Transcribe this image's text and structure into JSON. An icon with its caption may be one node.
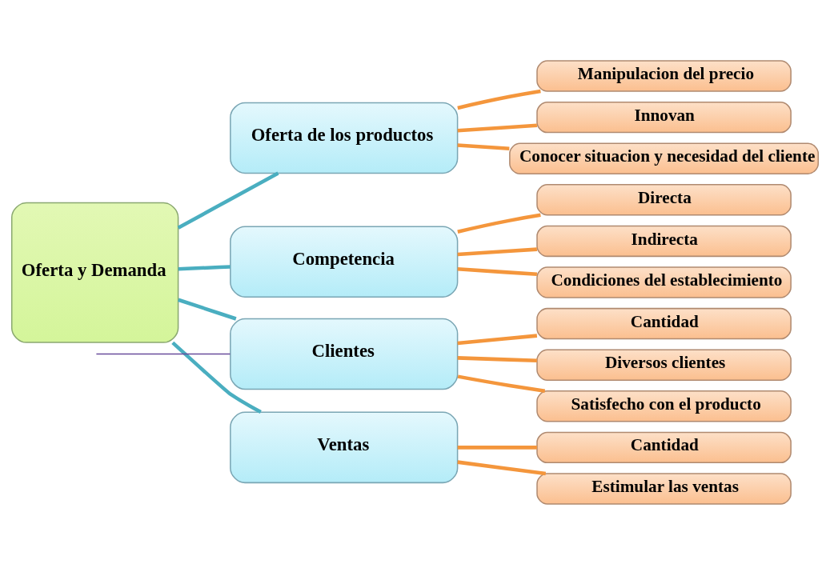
{
  "diagram": {
    "nodes": [
      {
        "text": [
          "Oferta y Demanda"
        ]
      },
      {
        "text": [
          "Oferta de los productos"
        ]
      },
      {
        "text": [
          "Manipulacion del precio"
        ]
      },
      {
        "text": [
          "Innovan"
        ]
      },
      {
        "text": [
          "Conocer situacion y necesidad del cliente"
        ]
      },
      {
        "text": [
          "Competencia"
        ]
      },
      {
        "text": [
          "Directa"
        ]
      },
      {
        "text": [
          "Indirecta"
        ]
      },
      {
        "text": [
          "Condiciones del establecimiento"
        ]
      },
      {
        "text": [
          "Clientes"
        ]
      },
      {
        "text": [
          "Cantidad"
        ]
      },
      {
        "text": [
          "Diversos clientes"
        ]
      },
      {
        "text": [
          "Satisfecho con el producto"
        ]
      },
      {
        "text": [
          "Ventas"
        ]
      },
      {
        "text": [
          "Cantidad"
        ]
      },
      {
        "text": [
          "Estimular las ventas"
        ]
      }
    ],
    "edges": [
      {
        "from": 0,
        "to": 1,
        "arrow": "none",
        "color": "#4aaec0"
      },
      {
        "from": 0,
        "to": 5,
        "arrow": "none",
        "color": "#4aaec0"
      },
      {
        "from": 0,
        "to": 9,
        "arrow": "none",
        "color": "#4aaec0"
      },
      {
        "from": 0,
        "to": 13,
        "arrow": "none",
        "color": "#4aaec0"
      },
      {
        "from": 1,
        "to": 2,
        "arrow": "none"
      },
      {
        "from": 1,
        "to": 3,
        "arrow": "none"
      },
      {
        "from": 1,
        "to": 4,
        "arrow": "none"
      },
      {
        "from": 5,
        "to": 6,
        "arrow": "none"
      },
      {
        "from": 5,
        "to": 7,
        "arrow": "none"
      },
      {
        "from": 5,
        "to": 8,
        "arrow": "none"
      },
      {
        "from": null,
        "to": 9,
        "arrow": "none",
        "color": "#6a4c9c"
      },
      {
        "from": 9,
        "to": 10,
        "arrow": "none"
      },
      {
        "from": 9,
        "to": 11,
        "arrow": "none"
      },
      {
        "from": 9,
        "to": 12,
        "arrow": "none"
      },
      {
        "from": 13,
        "to": 14,
        "arrow": "none"
      },
      {
        "from": 13,
        "to": 15,
        "arrow": "none"
      }
    ]
  }
}
